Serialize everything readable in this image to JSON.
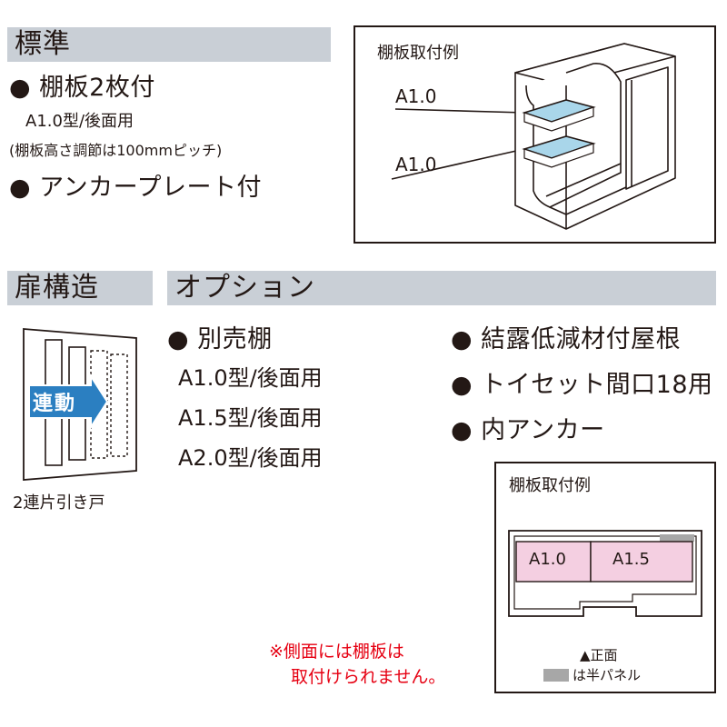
{
  "standard": {
    "title": "標準",
    "item1": "棚板2枚付",
    "item1_sub": "A1.0型/後面用",
    "item1_note": "(棚板高さ調節は100mmピッチ)",
    "item2": "アンカープレート付"
  },
  "shelf_example_top": {
    "title": "棚板取付例",
    "label_upper": "A1.0",
    "label_lower": "A1.0"
  },
  "door": {
    "title": "扉構造",
    "badge": "連動",
    "caption": "2連片引き戸"
  },
  "options": {
    "title": "オプション",
    "left_item": "別売棚",
    "left_subs": [
      "A1.0型/後面用",
      "A1.5型/後面用",
      "A2.0型/後面用"
    ],
    "right_items": [
      "結露低減材付屋根",
      "トイセット間口18用",
      "内アンカー"
    ]
  },
  "shelf_example_bottom": {
    "title": "棚板取付例",
    "label_left": "A1.0",
    "label_right": "A1.5",
    "legend_front": "▲正面",
    "legend_panel": "は半パネル"
  },
  "note": {
    "line1": "※側面には棚板は",
    "line2": "取付けられません。"
  },
  "colors": {
    "bar": "#c9cfd6",
    "shelf_blue": "#a9d6ea",
    "shelf_pink": "#f4cfe1",
    "badge_blue": "#2b7fc1",
    "note_red": "#e60012",
    "half_panel_gray": "#a7a7a7"
  }
}
